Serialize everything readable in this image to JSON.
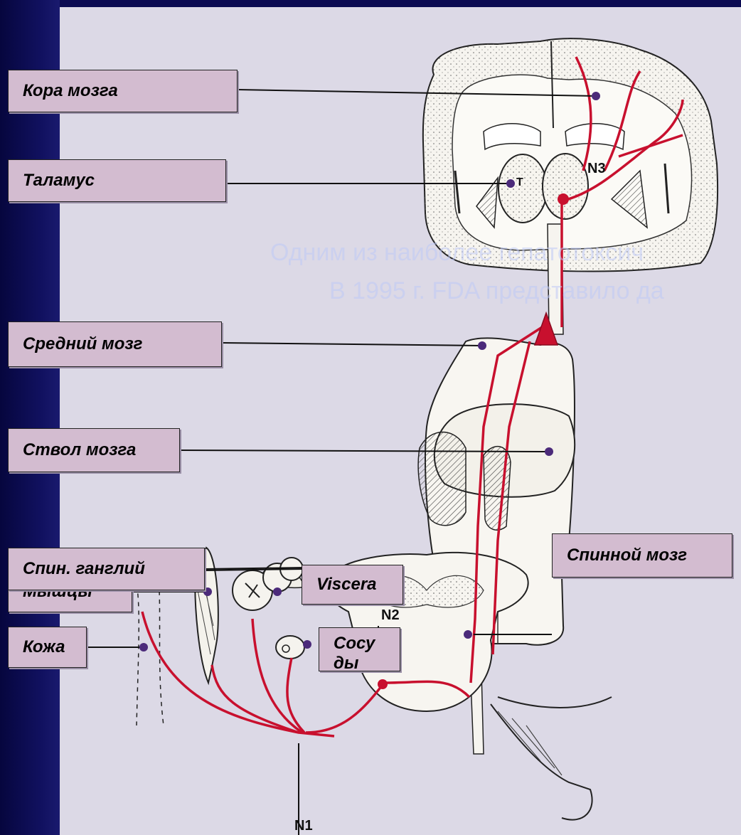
{
  "labels": {
    "cortex": "Кора мозга",
    "thalamus": "Таламус",
    "midbrain": "Средний мозг",
    "brainstem": "Ствол мозга",
    "muscles": "Мышцы",
    "viscera": "Viscera",
    "skin": "Кожа",
    "vessels": "Сосу\nды",
    "spinal_ganglion": "Спин. ганглий",
    "spinal_cord": "Спинной мозг"
  },
  "figure_text": {
    "n1": "N1",
    "n2": "N2",
    "n3": "N3",
    "thalamus_letter": "T"
  },
  "overlay_text": {
    "line1": "Одним из наиболее гепатотоксич",
    "line2": "В 1995 г. FDA представило да"
  },
  "colors": {
    "background": "#dcd9e6",
    "sidebar": "#0b0b52",
    "label_fill": "#d3bcd0",
    "pathway": "#c8102e",
    "marker": "#4b2a7a"
  }
}
